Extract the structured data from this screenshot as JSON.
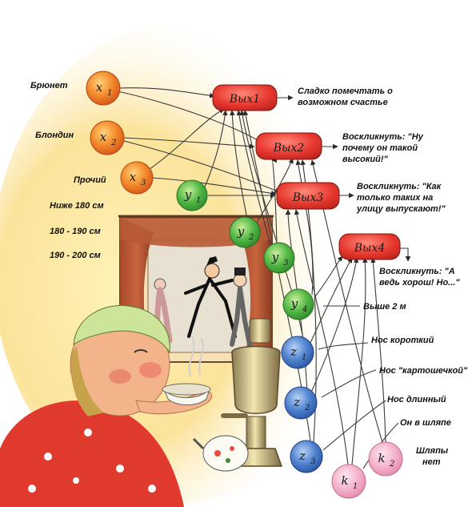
{
  "inputs": [
    {
      "id": "x1",
      "base": "x",
      "sub": "1",
      "label": "Брюнет",
      "color": "orange"
    },
    {
      "id": "x2",
      "base": "x",
      "sub": "2",
      "label": "Блондин",
      "color": "orange"
    },
    {
      "id": "x3",
      "base": "x",
      "sub": "3",
      "label": "Прочий",
      "color": "orange"
    },
    {
      "id": "y1",
      "base": "y",
      "sub": "1",
      "label": "Ниже 180 см",
      "color": "green"
    },
    {
      "id": "y2",
      "base": "y",
      "sub": "2",
      "label": "180 - 190 см",
      "color": "green"
    },
    {
      "id": "y3",
      "base": "y",
      "sub": "3",
      "label": "190 - 200 см",
      "color": "green"
    },
    {
      "id": "y4",
      "base": "y",
      "sub": "4",
      "label": "Выше 2 м",
      "color": "green"
    },
    {
      "id": "z1",
      "base": "z",
      "sub": "1",
      "label": "Нос короткий",
      "color": "blue"
    },
    {
      "id": "z2",
      "base": "z",
      "sub": "2",
      "label": "Нос \"картошечкой\"",
      "color": "blue"
    },
    {
      "id": "z3",
      "base": "z",
      "sub": "3",
      "label": "Нос длинный",
      "color": "blue"
    },
    {
      "id": "k1",
      "base": "k",
      "sub": "1",
      "label": "Он в шляпе",
      "color": "pink"
    },
    {
      "id": "k2",
      "base": "k",
      "sub": "2",
      "label": "Шляпы нет",
      "color": "pink"
    }
  ],
  "outputs": [
    {
      "id": "out1",
      "label": "Вых1",
      "text": "Сладко помечтать о возможном счастье"
    },
    {
      "id": "out2",
      "label": "Вых2",
      "text": "Воскликнуть: \"Ну почему он такой высокий!\""
    },
    {
      "id": "out3",
      "label": "Вых3",
      "text": "Воскликнуть: \"Как только таких на улицу выпускают!\""
    },
    {
      "id": "out4",
      "label": "Вых4",
      "text": "Воскликнуть: \"А ведь хорош! Но...\""
    }
  ],
  "colors": {
    "orange": "#f07a1c",
    "green": "#3fae3a",
    "blue": "#3d72c4",
    "pink": "#f3a9c6",
    "output": "#e83a33",
    "line": "#3a3a3a",
    "illustration_bg": "#fbe6a2"
  },
  "illustration": [
    "woman-drinking-tea",
    "samovar",
    "window-with-dancers",
    "teapot"
  ]
}
